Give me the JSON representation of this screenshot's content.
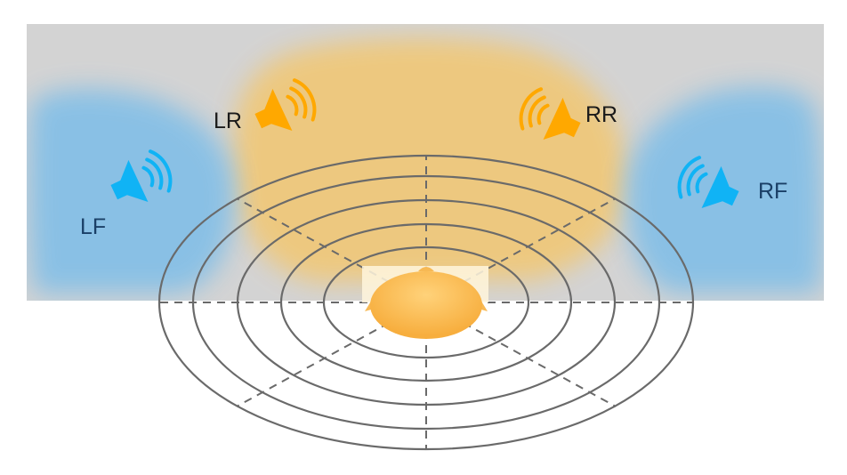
{
  "labels": {
    "left_front": "LF",
    "left_rear": "LR",
    "right_rear": "RR",
    "right_front": "RF"
  },
  "colors": {
    "room_background": "#d3d3d3",
    "front_zone": "#86c0e6",
    "rear_zone": "#f0c878",
    "front_speaker": "#10b3f5",
    "rear_speaker": "#ffa800",
    "head": "#f7b954",
    "grid": "#6a6a6a",
    "front_label": "#1a3f66",
    "rear_label": "#1a1a1a"
  },
  "icons": {
    "speaker": "speaker-icon",
    "listener": "listener-head-icon"
  }
}
